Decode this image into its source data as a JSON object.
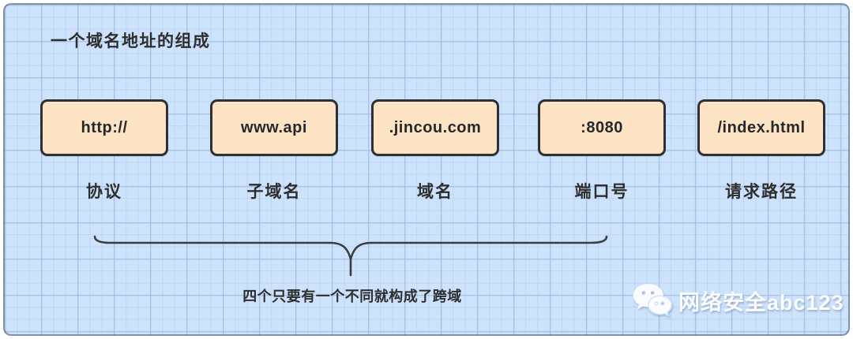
{
  "title": "一个域名地址的组成",
  "segments": [
    {
      "value": "http://",
      "label": "协议"
    },
    {
      "value": "www.api",
      "label": "子域名"
    },
    {
      "value": ".jincou.com",
      "label": "域名"
    },
    {
      "value": ":8080",
      "label": "端口号"
    },
    {
      "value": "/index.html",
      "label": "请求路径"
    }
  ],
  "caption": "四个只要有一个不同就构成了跨域",
  "watermark": {
    "icon": "wechat-icon",
    "text": "网络安全abc123"
  },
  "colors": {
    "canvas_bg": "#cde2fb",
    "grid_major": "#96b4dc",
    "grid_minor": "#aac6eb",
    "box_fill": "#fbe3c3",
    "box_border": "#2e3033",
    "ink": "#2e2e2e",
    "watermark": "#ffffff"
  }
}
